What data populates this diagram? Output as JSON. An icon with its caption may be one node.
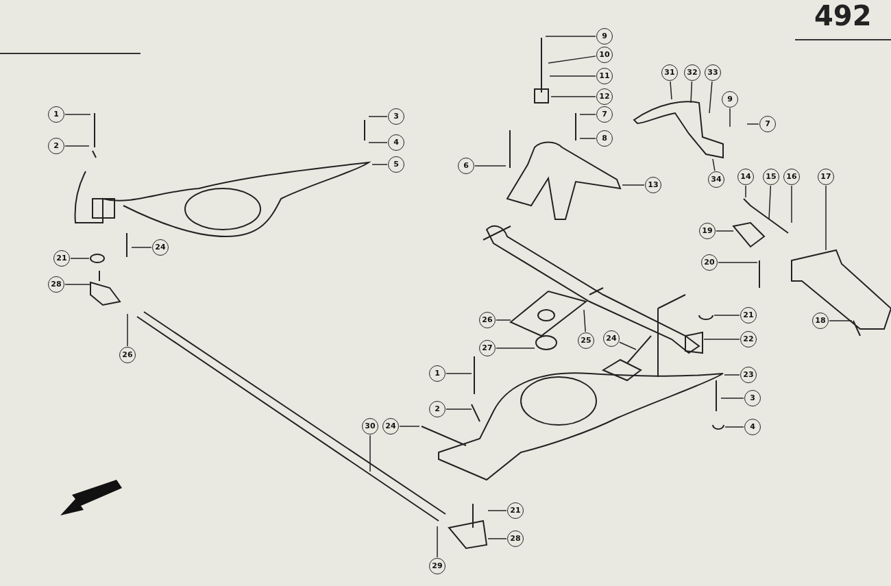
{
  "diagram": {
    "nodes": [
      {
        "text": [
          "1"
        ]
      },
      {
        "text": [
          "2"
        ]
      },
      {
        "text": [
          "3"
        ]
      },
      {
        "text": [
          "4"
        ]
      },
      {
        "text": [
          "5"
        ]
      },
      {
        "text": [
          "24"
        ]
      },
      {
        "text": [
          "21"
        ]
      },
      {
        "text": [
          "28"
        ]
      },
      {
        "text": [
          "26"
        ]
      },
      {
        "text": [
          "9"
        ]
      },
      {
        "text": [
          "10"
        ]
      },
      {
        "text": [
          "11"
        ]
      },
      {
        "text": [
          "12"
        ]
      },
      {
        "text": [
          "7"
        ]
      },
      {
        "text": [
          "8"
        ]
      },
      {
        "text": [
          "6"
        ]
      },
      {
        "text": [
          "13"
        ]
      },
      {
        "text": [
          "31"
        ]
      },
      {
        "text": [
          "32"
        ]
      },
      {
        "text": [
          "33"
        ]
      },
      {
        "text": [
          "9"
        ]
      },
      {
        "text": [
          "7"
        ]
      },
      {
        "text": [
          "34"
        ]
      },
      {
        "text": [
          "14"
        ]
      },
      {
        "text": [
          "15"
        ]
      },
      {
        "text": [
          "16"
        ]
      },
      {
        "text": [
          "17"
        ]
      },
      {
        "text": [
          "19"
        ]
      },
      {
        "text": [
          "20"
        ]
      },
      {
        "text": [
          "18"
        ]
      },
      {
        "text": [
          "21"
        ]
      },
      {
        "text": [
          "22"
        ]
      },
      {
        "text": [
          "23"
        ]
      },
      {
        "text": [
          "3"
        ]
      },
      {
        "text": [
          "4"
        ]
      },
      {
        "text": [
          "26"
        ]
      },
      {
        "text": [
          "25"
        ]
      },
      {
        "text": [
          "24"
        ]
      },
      {
        "text": [
          "27"
        ]
      },
      {
        "text": [
          "1"
        ]
      },
      {
        "text": [
          "2"
        ]
      },
      {
        "text": [
          "30"
        ]
      },
      {
        "text": [
          "24"
        ]
      },
      {
        "text": [
          "21"
        ]
      },
      {
        "text": [
          "28"
        ]
      },
      {
        "text": [
          "29"
        ]
      }
    ],
    "edges": [
      {
        "from": 0,
        "to": null,
        "arrow": "none"
      },
      {
        "from": 1,
        "to": null,
        "arrow": "none"
      },
      {
        "from": 2,
        "to": null,
        "arrow": "none"
      },
      {
        "from": 3,
        "to": null,
        "arrow": "none"
      },
      {
        "from": 4,
        "to": null,
        "arrow": "none"
      },
      {
        "from": 5,
        "to": null,
        "arrow": "none"
      },
      {
        "from": 6,
        "to": null,
        "arrow": "none"
      },
      {
        "from": 7,
        "to": null,
        "arrow": "none"
      },
      {
        "from": 8,
        "to": null,
        "arrow": "none"
      },
      {
        "from": 9,
        "to": null,
        "arrow": "none"
      },
      {
        "from": 10,
        "to": null,
        "arrow": "none"
      },
      {
        "from": 11,
        "to": null,
        "arrow": "none"
      },
      {
        "from": 12,
        "to": null,
        "arrow": "none"
      },
      {
        "from": 13,
        "to": null,
        "arrow": "none"
      },
      {
        "from": 14,
        "to": null,
        "arrow": "none"
      },
      {
        "from": 15,
        "to": null,
        "arrow": "none"
      },
      {
        "from": 16,
        "to": null,
        "arrow": "none"
      },
      {
        "from": 17,
        "to": null,
        "arrow": "none"
      },
      {
        "from": 18,
        "to": null,
        "arrow": "none"
      },
      {
        "from": 19,
        "to": null,
        "arrow": "none"
      },
      {
        "from": 20,
        "to": null,
        "arrow": "none"
      },
      {
        "from": 21,
        "to": null,
        "arrow": "none"
      },
      {
        "from": 22,
        "to": null,
        "arrow": "none"
      },
      {
        "from": 23,
        "to": null,
        "arrow": "none"
      },
      {
        "from": 24,
        "to": null,
        "arrow": "none"
      },
      {
        "from": 25,
        "to": null,
        "arrow": "none"
      },
      {
        "from": 26,
        "to": null,
        "arrow": "none"
      },
      {
        "from": 27,
        "to": null,
        "arrow": "none"
      },
      {
        "from": 28,
        "to": null,
        "arrow": "none"
      },
      {
        "from": 29,
        "to": null,
        "arrow": "none"
      },
      {
        "from": 30,
        "to": null,
        "arrow": "none"
      },
      {
        "from": 31,
        "to": null,
        "arrow": "none"
      },
      {
        "from": 32,
        "to": null,
        "arrow": "none"
      },
      {
        "from": 33,
        "to": null,
        "arrow": "none"
      },
      {
        "from": 34,
        "to": null,
        "arrow": "none"
      },
      {
        "from": 35,
        "to": null,
        "arrow": "none"
      },
      {
        "from": 36,
        "to": null,
        "arrow": "none"
      },
      {
        "from": 37,
        "to": null,
        "arrow": "none"
      },
      {
        "from": 38,
        "to": null,
        "arrow": "none"
      },
      {
        "from": 39,
        "to": null,
        "arrow": "none"
      },
      {
        "from": 40,
        "to": null,
        "arrow": "none"
      },
      {
        "from": 41,
        "to": null,
        "arrow": "none"
      },
      {
        "from": 42,
        "to": null,
        "arrow": "none"
      },
      {
        "from": 43,
        "to": null,
        "arrow": "none"
      },
      {
        "from": 44,
        "to": null,
        "arrow": "none"
      },
      {
        "from": 45,
        "to": null,
        "arrow": "none"
      }
    ],
    "labels": [
      "492"
    ]
  }
}
